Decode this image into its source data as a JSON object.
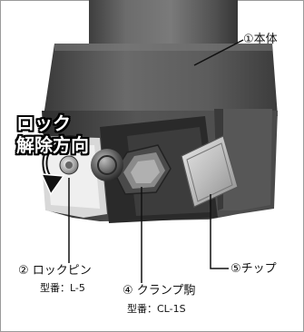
{
  "labels": {
    "body": "①本体",
    "lock_pin": "② ロックピン",
    "lock_pin_model": "型番：L-5",
    "clamp_piece": "④ クランプ駒",
    "clamp_piece_model": "型番：CL-1S",
    "chip": "⑤チップ"
  },
  "overlay": {
    "line1": "ロック",
    "line2": "解除方向"
  }
}
